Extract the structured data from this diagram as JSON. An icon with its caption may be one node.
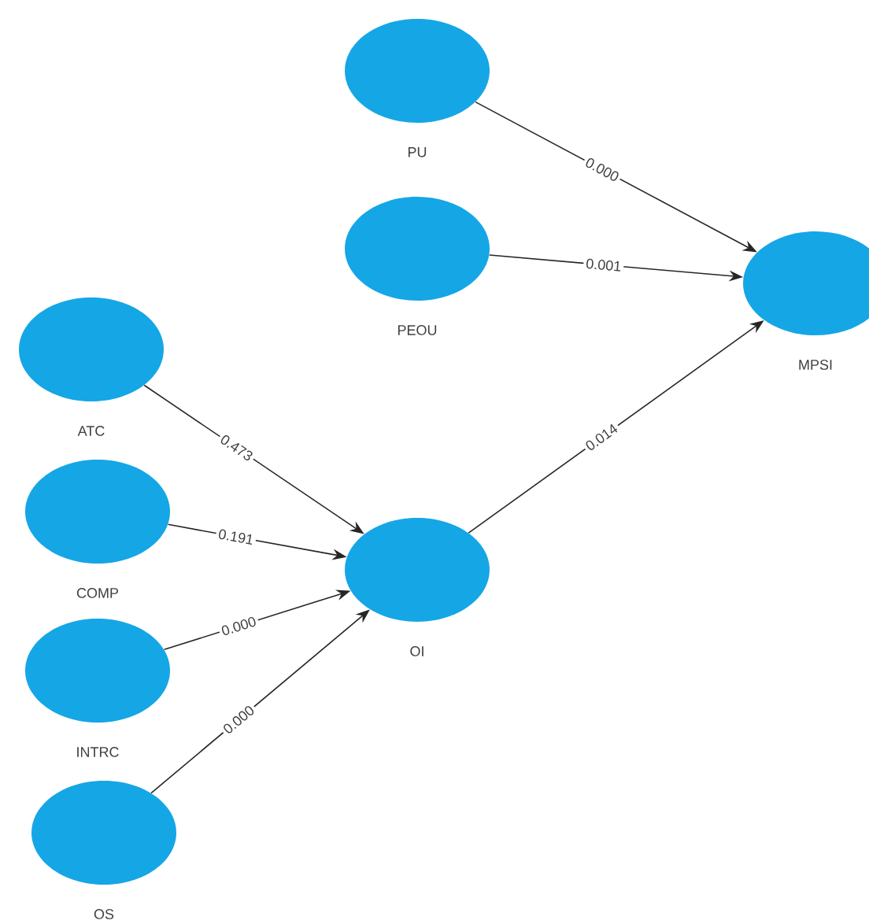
{
  "diagram": {
    "nodes": [
      {
        "text": [
          "PU"
        ]
      },
      {
        "text": [
          "PEOU"
        ]
      },
      {
        "text": [
          "MPSI"
        ]
      },
      {
        "text": [
          "ATC"
        ]
      },
      {
        "text": [
          "COMP"
        ]
      },
      {
        "text": [
          "INTRC"
        ]
      },
      {
        "text": [
          "OS"
        ]
      },
      {
        "text": [
          "OI"
        ]
      }
    ],
    "edges": [
      {
        "from": 0,
        "to": 2,
        "arrow": "to",
        "label": "0.000"
      },
      {
        "from": 1,
        "to": 2,
        "arrow": "to",
        "label": "0.001"
      },
      {
        "from": 7,
        "to": 2,
        "arrow": "to",
        "label": "0.014"
      },
      {
        "from": 3,
        "to": 7,
        "arrow": "to",
        "label": "0.473"
      },
      {
        "from": 4,
        "to": 7,
        "arrow": "to",
        "label": "0.191"
      },
      {
        "from": 5,
        "to": 7,
        "arrow": "to",
        "label": "0.000"
      },
      {
        "from": 6,
        "to": 7,
        "arrow": "to",
        "label": "0.000"
      }
    ]
  }
}
